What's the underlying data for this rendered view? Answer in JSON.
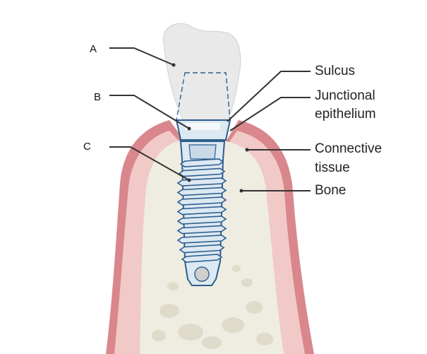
{
  "labels": {
    "a": "A",
    "b": "B",
    "c": "C",
    "sulcus": "Sulcus",
    "junctional_line1": "Junctional",
    "junctional_line2": "epithelium",
    "connective_line1": "Connective",
    "connective_line2": "tissue",
    "bone": "Bone"
  },
  "colors": {
    "gum_outer": "#d9878c",
    "gum_inner": "#f1c9c6",
    "bone": "#efede2",
    "bone_spots": "#dedbca",
    "crown": "#e9e9e9",
    "implant_fill": "#dce8f2",
    "implant_stroke": "#2d5f8e",
    "leader_line": "#333333"
  }
}
